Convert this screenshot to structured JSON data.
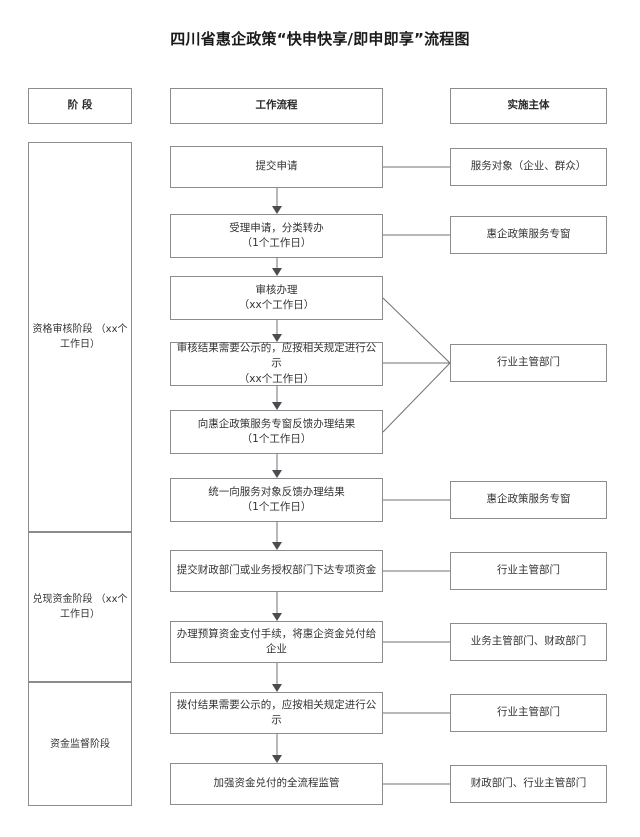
{
  "title": "四川省惠企政策“快申快享/即申即享”流程图",
  "headers": {
    "stage": "阶 段",
    "workflow": "工作流程",
    "entity": "实施主体"
  },
  "stages": [
    {
      "name": "资格审核阶段",
      "duration": "（xx个工作日）"
    },
    {
      "name": "兑现资金阶段",
      "duration": "（xx个工作日）"
    },
    {
      "name": "资金监督阶段",
      "duration": ""
    }
  ],
  "steps": [
    {
      "line1": "提交申请",
      "line2": ""
    },
    {
      "line1": "受理申请，分类转办",
      "line2": "（1个工作日）"
    },
    {
      "line1": "审核办理",
      "line2": "（xx个工作日）"
    },
    {
      "line1": "审核结果需要公示的，应按相关规定进行公示",
      "line2": "（xx个工作日）"
    },
    {
      "line1": "向惠企政策服务专窗反馈办理结果",
      "line2": "（1个工作日）"
    },
    {
      "line1": "统一向服务对象反馈办理结果",
      "line2": "（1个工作日）"
    },
    {
      "line1": "提交财政部门或业务授权部门下达专项资金",
      "line2": ""
    },
    {
      "line1": "办理预算资金支付手续，将惠企资金兑付给企业",
      "line2": ""
    },
    {
      "line1": "拨付结果需要公示的，应按相关规定进行公示",
      "line2": ""
    },
    {
      "line1": "加强资金兑付的全流程监管",
      "line2": ""
    }
  ],
  "entities": [
    {
      "label": "服务对象（企业、群众）"
    },
    {
      "label": "惠企政策服务专窗"
    },
    {
      "label": "行业主管部门"
    },
    {
      "label": "惠企政策服务专窗"
    },
    {
      "label": "行业主管部门"
    },
    {
      "label": "业务主管部门、财政部门"
    },
    {
      "label": "行业主管部门"
    },
    {
      "label": "财政部门、行业主管部门"
    }
  ],
  "colors": {
    "border": "#8a8c8e",
    "connector": "#6f7174",
    "text": "#333333",
    "title": "#1a1a1a"
  }
}
